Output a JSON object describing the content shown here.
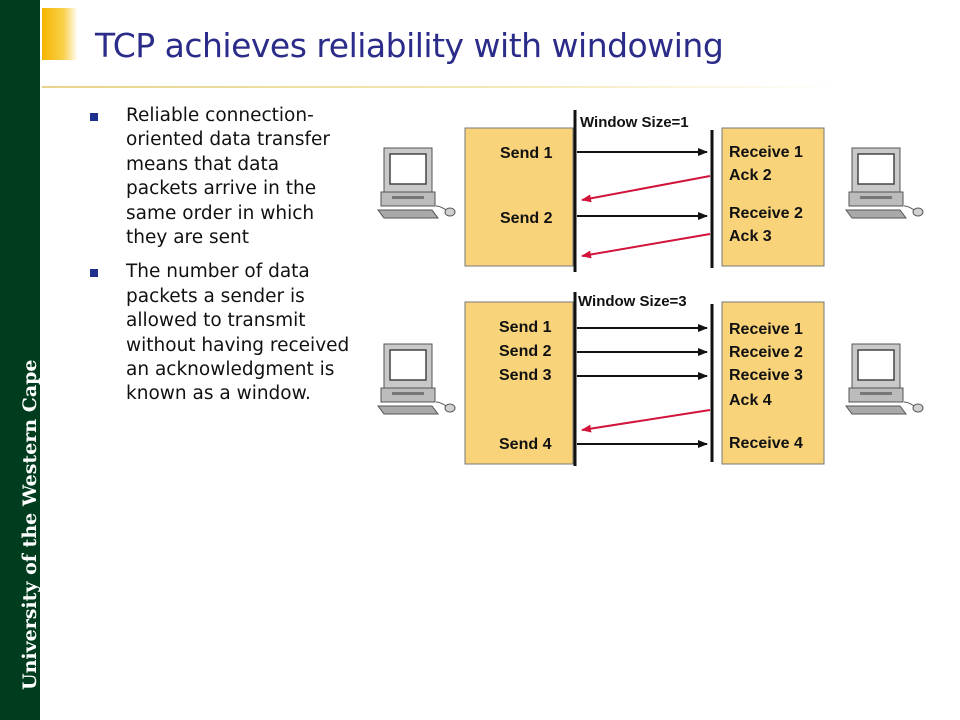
{
  "sidebar": {
    "text": "University of the Western Cape"
  },
  "title": "TCP achieves reliability with windowing",
  "bullets": [
    "Reliable connection-oriented data transfer means that data packets arrive in the same order in which they are sent",
    "The number of data packets a sender is allowed to transmit without having received an acknowledgment is known as a window."
  ],
  "diagram": {
    "panels": [
      {
        "window_label": "Window Size=1",
        "send": [
          "Send 1",
          "Send 2"
        ],
        "receive": [
          "Receive 1",
          "Ack 2",
          "Receive 2",
          "Ack 3"
        ]
      },
      {
        "window_label": "Window Size=3",
        "send": [
          "Send 1",
          "Send 2",
          "Send 3",
          "Send 4"
        ],
        "receive": [
          "Receive 1",
          "Receive 2",
          "Receive 3",
          "Ack 4",
          "Receive 4"
        ]
      }
    ]
  },
  "colors": {
    "sidebar": "#003d1f",
    "accent": "#f7b500",
    "title": "#2b2b8a",
    "box_fill": "#f8d37a",
    "ack_arrow": "#d2143a"
  }
}
